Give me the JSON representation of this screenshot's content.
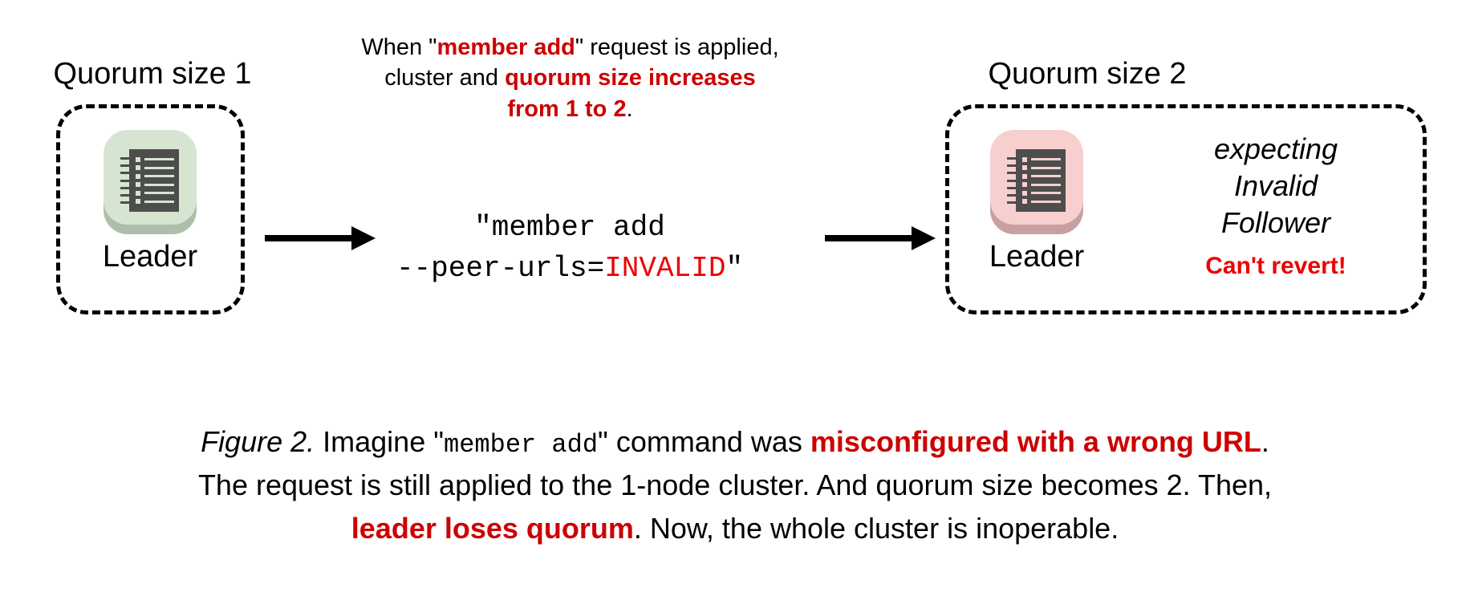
{
  "figure": {
    "left_cluster": {
      "heading": "Quorum size 1",
      "node_label": "Leader",
      "tile_color": "#d5e5d1",
      "tile_shadow_color": "#adbfa8",
      "rack_color": "#4d4d4d"
    },
    "right_cluster": {
      "heading": "Quorum size 2",
      "node_label": "Leader",
      "tile_color": "#f8cfcf",
      "tile_shadow_color": "#c8a0a0",
      "rack_color": "#4d4d4d",
      "status_lines": [
        "expecting",
        "Invalid",
        "Follower"
      ],
      "warning": "Can't revert!"
    },
    "annotation": {
      "line1_pre": "When \"",
      "line1_em": "member add",
      "line1_post": "\" request is applied,",
      "line2_pre": "cluster and ",
      "line2_em": "quorum size increases",
      "line3_em": "from 1 to 2",
      "line3_post": "."
    },
    "command": {
      "line1": "\"member add",
      "line2_pre": "--peer-urls=",
      "line2_invalid": "INVALID",
      "line2_post": "\""
    },
    "arrows": {
      "left_arrow_name": "arrow-left-to-command",
      "right_arrow_name": "arrow-command-to-right"
    },
    "caption": {
      "fig_num": "Figure 2.",
      "seg1": " Imagine \"",
      "seg_mono": "member add",
      "seg2": "\" command was ",
      "seg_em1": "misconfigured with a wrong URL",
      "seg3": ".",
      "line2": "The request is still applied to the 1-node cluster. And quorum size becomes 2. Then,",
      "seg_em2": "leader loses quorum",
      "seg4": ". Now, the whole cluster is inoperable."
    },
    "colors": {
      "accent_red": "#cc0000",
      "invalid_red": "#ee0000",
      "ink": "#000000",
      "background": "#ffffff"
    }
  }
}
